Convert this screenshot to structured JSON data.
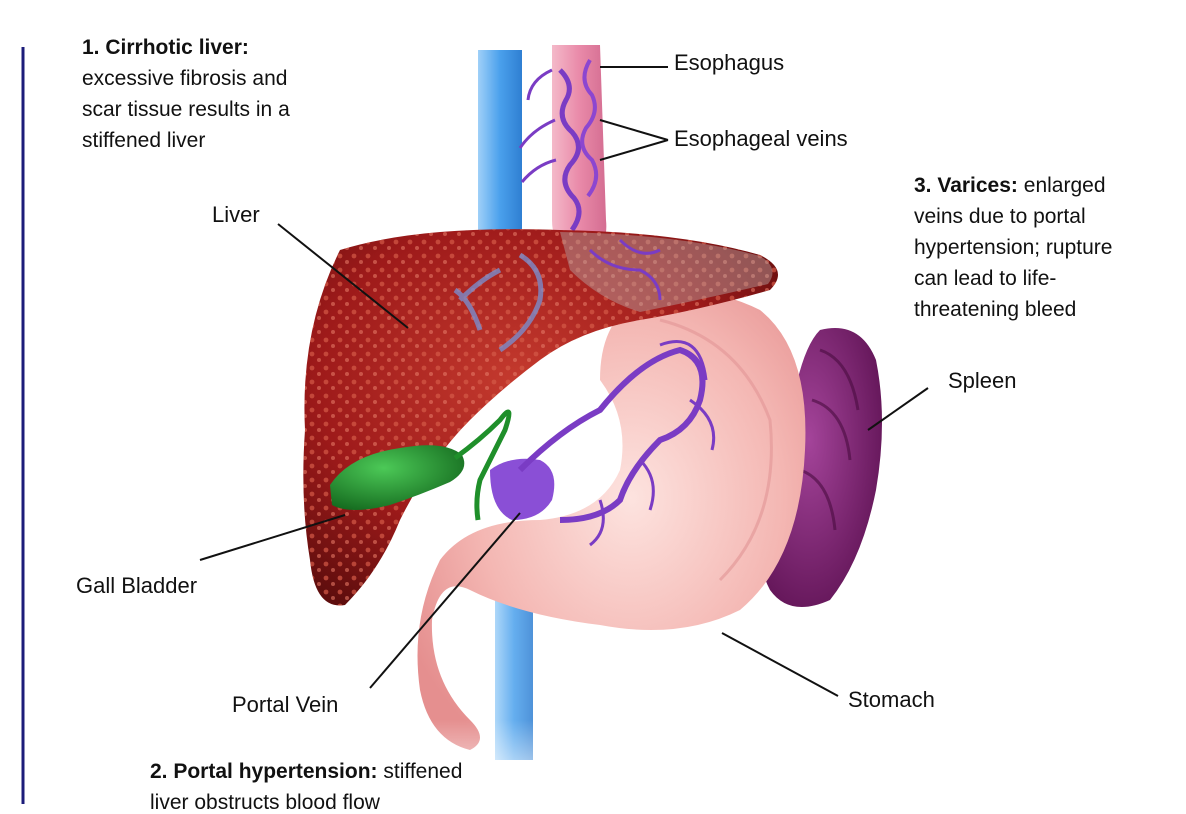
{
  "labels": {
    "esophagus": "Esophagus",
    "esophageal_veins": "Esophageal veins",
    "liver": "Liver",
    "spleen": "Spleen",
    "gall_bladder": "Gall Bladder",
    "portal_vein": "Portal Vein",
    "stomach": "Stomach"
  },
  "notes": {
    "cirrhotic": {
      "heading": "1. Cirrhotic liver:",
      "lines": [
        "excessive fibrosis and",
        "scar tissue results in a",
        "stiffened liver"
      ]
    },
    "portal": {
      "heading": "2. Portal hypertension:",
      "rest": "stiffened",
      "line2": "liver obstructs blood flow"
    },
    "varices": {
      "heading": "3. Varices:",
      "rest": "enlarged",
      "lines": [
        "veins due to portal",
        "hypertension; rupture",
        "can lead to life-",
        "threatening bleed"
      ]
    }
  },
  "colors": {
    "liver": "#9e1a1a",
    "stomach": "#f2b6b4",
    "spleen": "#7a1f6e",
    "gall_bladder": "#1f8f2a",
    "veins": "#7a3cc4",
    "aorta": "#5aa9ee",
    "margin_rule": "#1c1c7a"
  }
}
